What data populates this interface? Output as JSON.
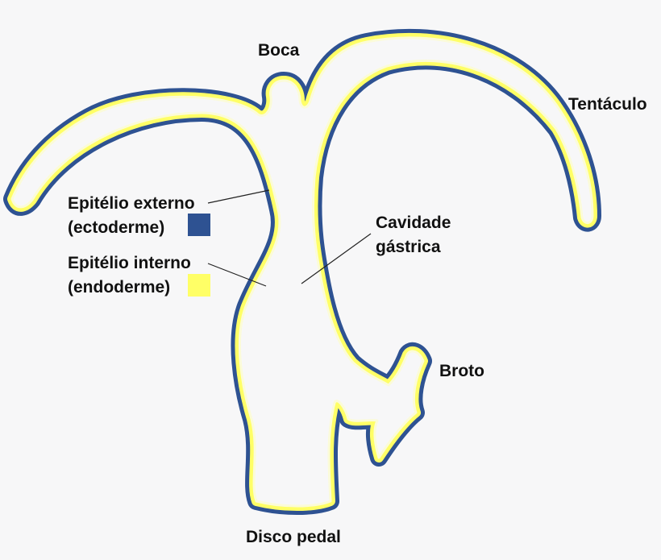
{
  "labels": {
    "mouth": "Boca",
    "tentacle": "Tentáculo",
    "outer_epithelium_line1": "Epitélio externo",
    "outer_epithelium_line2": "(ectoderme)",
    "inner_epithelium_line1": "Epitélio interno",
    "inner_epithelium_line2": "(endoderme)",
    "gastric_cavity_line1": "Cavidade",
    "gastric_cavity_line2": "gástrica",
    "bud": "Broto",
    "pedal_disc": "Disco pedal"
  },
  "colors": {
    "background": "#f7f7f8",
    "ectoderm": "#2e5292",
    "endoderm": "#ffff66",
    "cavity_outline": "#f7f7f8",
    "leader_line": "#222222"
  }
}
